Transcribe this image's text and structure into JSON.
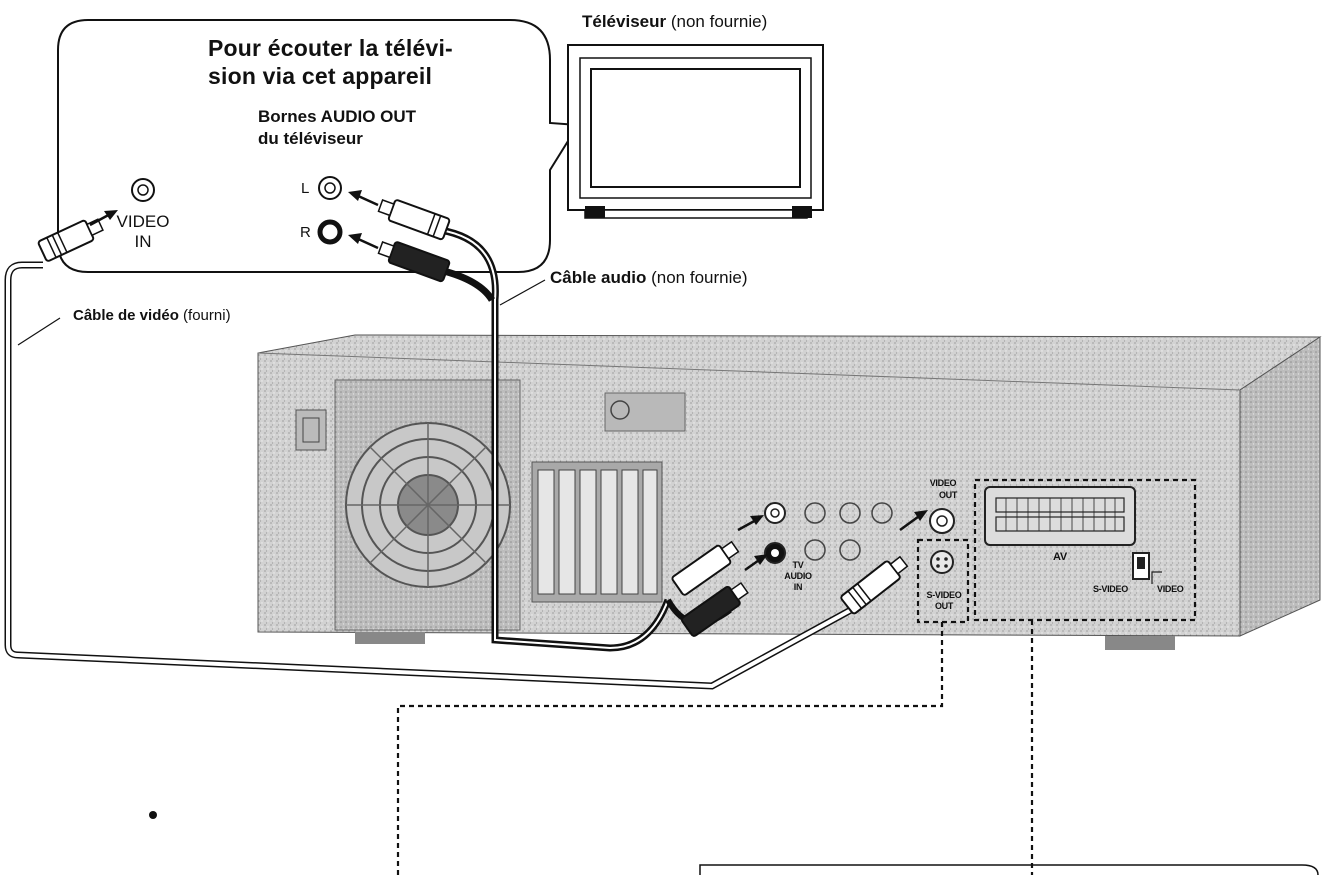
{
  "bubble": {
    "title_line1": "Pour écouter la télévi-",
    "title_line2": "sion via cet appareil",
    "terminals_line1": "Bornes AUDIO OUT",
    "terminals_line2": "du téléviseur",
    "left_channel": "L",
    "right_channel": "R",
    "video_in_line1": "VIDEO",
    "video_in_line2": "IN"
  },
  "tv": {
    "name": "Téléviseur",
    "note": "(non fournie)"
  },
  "audio_cable": {
    "name": "Câble audio",
    "note": "(non fournie)"
  },
  "video_cable": {
    "name": "Câble de vidéo",
    "note": "(fourni)"
  },
  "device": {
    "video_out_line1": "VIDEO",
    "video_out_line2": "OUT",
    "svideo_out_line1": "S-VIDEO",
    "svideo_out_line2": "OUT",
    "tv_audio_in_line1": "TV",
    "tv_audio_in_line2": "AUDIO",
    "tv_audio_in_line3": "IN",
    "av_label": "AV",
    "switch_svideo": "S-VIDEO",
    "switch_video": "VIDEO"
  },
  "colors": {
    "line": "#111111",
    "device_fill": "#cfcfcf",
    "device_dark": "#9a9a9a"
  }
}
